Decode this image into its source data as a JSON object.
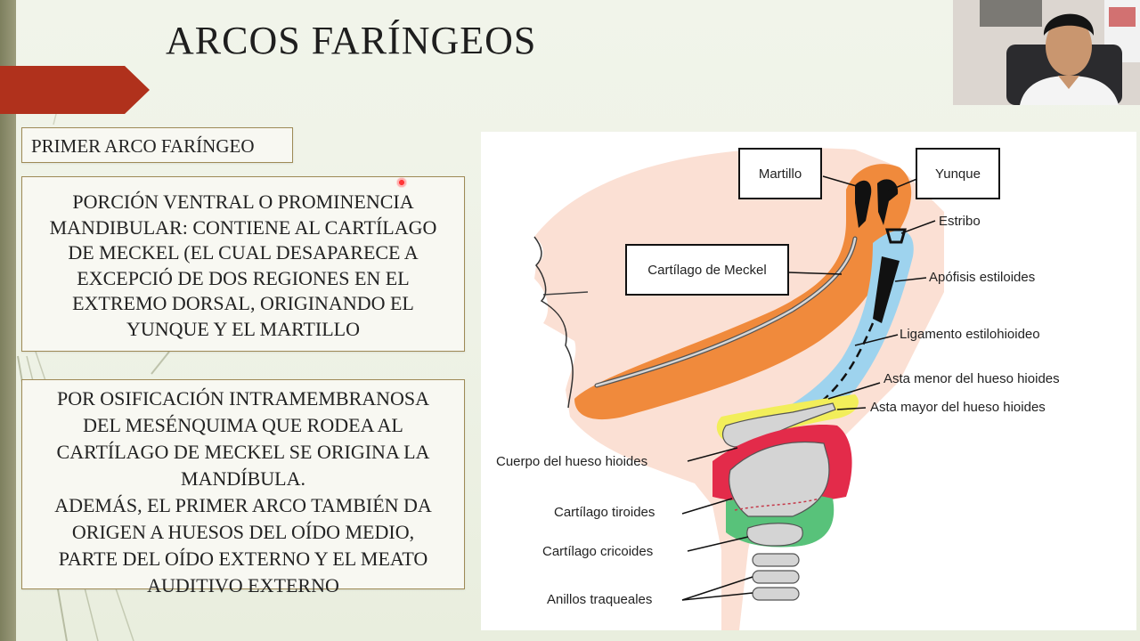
{
  "slide": {
    "title": "ARCOS FARÍNGEOS",
    "subtitle": "PRIMER ARCO FARÍNGEO",
    "paragraph1": [
      "PORCIÓN VENTRAL O PROMINENCIA",
      "MANDIBULAR: CONTIENE AL CARTÍLAGO",
      "DE MECKEL (EL CUAL DESAPARECE A",
      "EXCEPCIÓ  DE DOS REGIONES EN EL",
      "EXTREMO DORSAL, ORIGINANDO EL",
      "YUNQUE Y EL MARTILLO"
    ],
    "paragraph2": [
      "POR OSIFICACIÓN INTRAMEMBRANOSA",
      "DEL MESÉNQUIMA QUE RODEA AL",
      "CARTÍLAGO DE MECKEL SE ORIGINA LA",
      "MANDÍBULA.",
      "ADEMÁS, EL PRIMER ARCO TAMBIÉN DA",
      "ORIGEN A HUESOS DEL OÍDO MEDIO,",
      "PARTE DEL OÍDO EXTERNO Y EL MEATO",
      "AUDITIVO EXTERNO"
    ]
  },
  "diagram": {
    "labels": {
      "martillo": "Martillo",
      "yunque": "Yunque",
      "estribo": "Estribo",
      "meckel": "Cartílago de Meckel",
      "estiloides": "Apófisis estiloides",
      "ligamento": "Ligamento estilohioideo",
      "asta_menor": "Asta menor del hueso hioides",
      "asta_mayor": "Asta mayor del hueso hioides",
      "cuerpo_hioides": "Cuerpo del hueso hioides",
      "tiroides": "Cartílago tiroides",
      "cricoides": "Cartílago cricoides",
      "anillos": "Anillos traqueales"
    },
    "colors": {
      "first_arch": "#f08a3c",
      "second_arch": "#9ed3ee",
      "third_arch": "#f2ee5a",
      "fourth_arch": "#e32b4a",
      "sixth_arch": "#58c27a",
      "cartilage": "#d4d4d4",
      "skin": "#fbe0d4"
    }
  },
  "accents": {
    "arrow": "#b0311c",
    "laser": "#ff3636"
  }
}
